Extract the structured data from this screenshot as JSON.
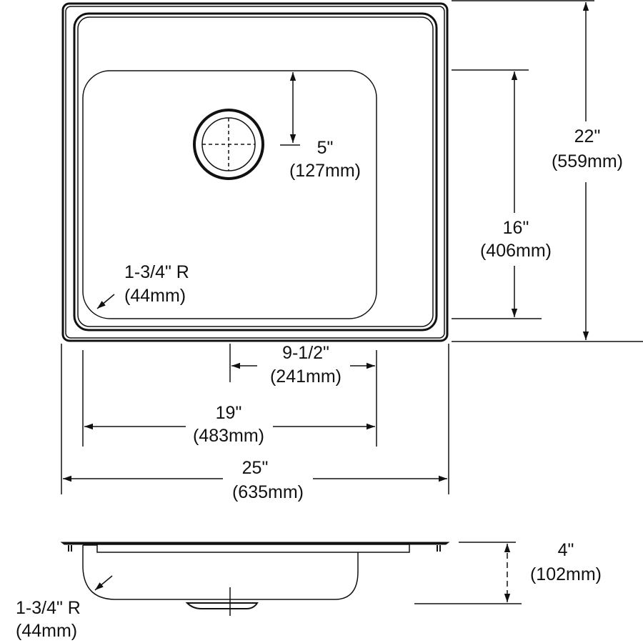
{
  "colors": {
    "line": "#111111",
    "background": "#ffffff"
  },
  "top_view": {
    "drain_offset": {
      "imperial": "5\"",
      "metric": "(127mm)"
    },
    "bowl_length": {
      "imperial": "16\"",
      "metric": "(406mm)"
    },
    "overall_length": {
      "imperial": "22\"",
      "metric": "(559mm)"
    },
    "corner_radius": {
      "imperial": "1-3/4\" R",
      "metric": "(44mm)"
    },
    "drain_to_edge": {
      "imperial": "9-1/2\"",
      "metric": "(241mm)"
    },
    "bowl_width": {
      "imperial": "19\"",
      "metric": "(483mm)"
    },
    "overall_width": {
      "imperial": "25\"",
      "metric": "(635mm)"
    }
  },
  "side_view": {
    "depth": {
      "imperial": "4\"",
      "metric": "(102mm)"
    },
    "corner_radius": {
      "imperial": "1-3/4\" R",
      "metric": "(44mm)"
    }
  }
}
